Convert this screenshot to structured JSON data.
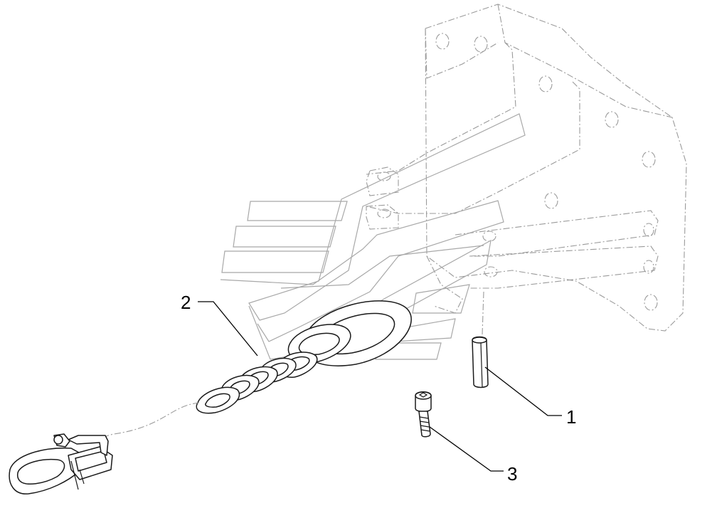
{
  "callouts": [
    {
      "id": "pin",
      "number": "1"
    },
    {
      "id": "chain",
      "number": "2"
    },
    {
      "id": "bolt",
      "number": "3"
    }
  ],
  "colors": {
    "line": "#1a1a1a",
    "phantom": "#9a9a9a",
    "background": "#ffffff"
  }
}
